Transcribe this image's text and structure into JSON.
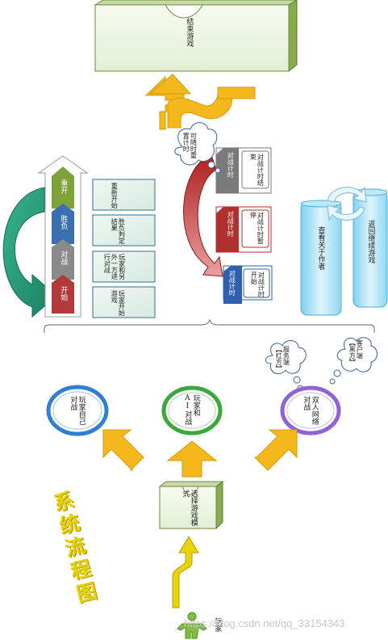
{
  "title": "系统流程图",
  "end_game": "结束游戏",
  "player_start": "玩家",
  "select_mode": "选择游戏模式",
  "brace_modes": [
    {
      "label": "玩家自己对战",
      "color": "#2f7fd6"
    },
    {
      "label": "玩家和AI对战",
      "color": "#3aa83a"
    },
    {
      "label": "双人网络对战",
      "color": "#8f62d6"
    }
  ],
  "network_clouds": [
    "服务端【红方】",
    "客户端【黑方】"
  ],
  "ladder": {
    "steps": [
      {
        "label": "开始",
        "color": "#b23a3a"
      },
      {
        "label": "对战",
        "color": "#8a8a8a"
      },
      {
        "label": "胜负",
        "color": "#3a6fb0"
      },
      {
        "label": "重开",
        "color": "#7ea23a"
      }
    ],
    "notes": [
      "玩家开始游戏",
      "玩家和另外一方进行对战",
      "胜负判定结果",
      "重新开始"
    ]
  },
  "timers": [
    {
      "tab": "对战计时",
      "label": "对战计时开始",
      "color": "#2f5fae"
    },
    {
      "tab": "对战计时",
      "label": "对战计时暂停",
      "color": "#b03030"
    },
    {
      "tab": "对战计时",
      "label": "对战计时结束",
      "color": "#7a7a7a"
    }
  ],
  "timer_cloud": "可随时重置计时",
  "panels": [
    "查看关于作者",
    "返回继续游戏"
  ],
  "watermark": "https://blog.csdn.net/qq_33154343"
}
